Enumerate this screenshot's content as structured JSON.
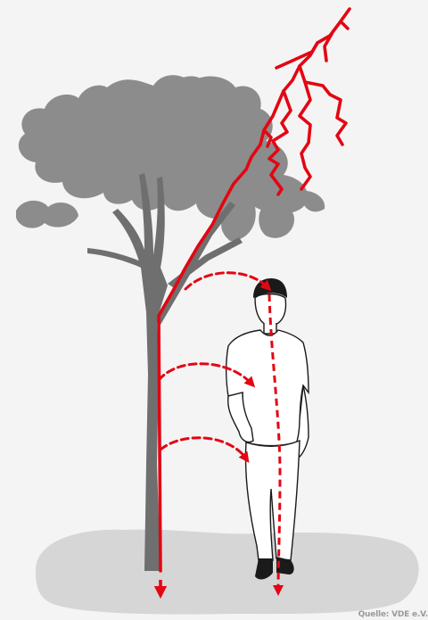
{
  "illustration": {
    "credit": "Quelle: VDE e.V.",
    "colors": {
      "background": "#f4f4f4",
      "ground_shadow": "#d6d6d6",
      "foliage": "#8c8c8c",
      "trunk": "#6f6f6f",
      "lightning": "#e30613",
      "person_outline": "#1a1a1a",
      "person_fill": "#ffffff",
      "hair_shoes": "#1a1a1a"
    },
    "elements": {
      "tree": "tree",
      "lightning": "lightning-bolt",
      "person": "person-standing",
      "side_flashes": 3,
      "current_paths": [
        "down-tree-trunk",
        "down-through-person"
      ]
    }
  }
}
